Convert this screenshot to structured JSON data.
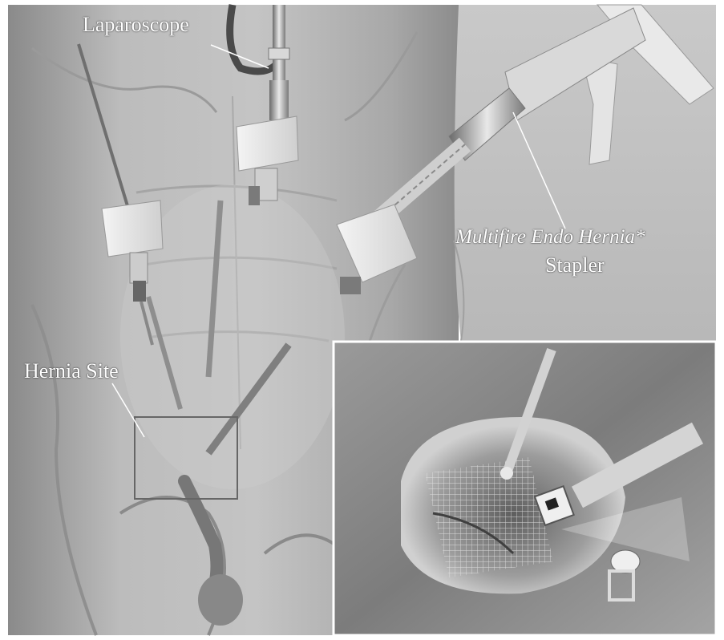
{
  "figure": {
    "labels": {
      "laparoscope": "Laparoscope",
      "multifire": "Multifire Endo Hernia*",
      "stapler": "Stapler",
      "hernia_site": "Hernia Site"
    },
    "colors": {
      "background": "#ffffff",
      "body_tone": "#b5b5b5",
      "inset_tone": "#8e8e8e",
      "label_text": "#ffffff"
    }
  }
}
